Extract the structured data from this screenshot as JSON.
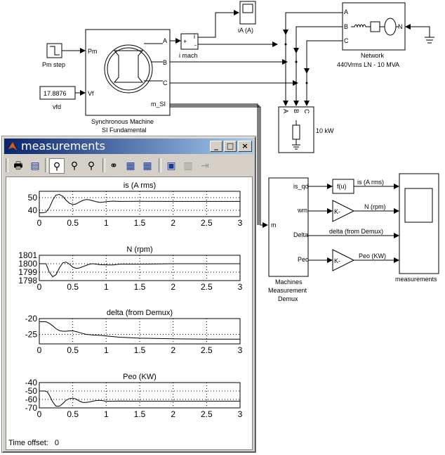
{
  "diagram": {
    "pm_step_label": "Pm step",
    "vfd_value": "17.8876",
    "vfd_label": "vfd",
    "machine": {
      "ports_in": [
        "Pm",
        "Vf"
      ],
      "ports_out": [
        "A",
        "B",
        "C",
        "m_SI"
      ],
      "label_line1": "Synchronous Machine",
      "label_line2": "SI Fundamental"
    },
    "imach": {
      "plus": "+",
      "minus": "-",
      "i": "i",
      "label": "i mach"
    },
    "ia_scope_label": "iA (A)",
    "network": {
      "ports": [
        "A",
        "B",
        "C"
      ],
      "neutral": "N",
      "label_line1": "Network",
      "label_line2": "440Vrms LN -  10 MVA"
    },
    "load": {
      "ports": [
        "A",
        "B",
        "C"
      ],
      "label": "10 kW"
    },
    "demux": {
      "input": "m",
      "outputs": [
        "is_qd",
        "wm",
        "Delta",
        "Peo"
      ],
      "label_line1": "Machines",
      "label_line2": "Measurement",
      "label_line3": "Demux"
    },
    "fcn_label": "f(u)",
    "gain_label": "K-",
    "signals": [
      "is (A rms)",
      "N (rpm)",
      "delta (from Demux)",
      "Peo (KW)"
    ],
    "scope_label": "measurements"
  },
  "window": {
    "title": "measurements",
    "buttons": {
      "minimize": "_",
      "maximize": "□",
      "close": "×"
    },
    "toolbar": [
      "print-icon",
      "parameters-icon",
      "zoom-icon",
      "zoom-x-icon",
      "zoom-y-icon",
      "autoscale-icon",
      "save-axes-icon",
      "restore-axes-icon",
      "floating-scope-icon",
      "lock-icon",
      "signal-selection-icon"
    ],
    "time_offset_label": "Time offset:",
    "time_offset_value": "0"
  },
  "chart_data": [
    {
      "type": "line",
      "title": "is (A rms)",
      "xlim": [
        0,
        3
      ],
      "ylim": [
        35,
        55
      ],
      "xticks": [
        "0",
        "0.5",
        "1",
        "1.5",
        "2",
        "2.5",
        "3"
      ],
      "yticks": [
        40,
        50
      ],
      "grid": true,
      "x": [
        0,
        0.05,
        0.1,
        0.15,
        0.2,
        0.25,
        0.3,
        0.35,
        0.4,
        0.45,
        0.5,
        0.55,
        0.6,
        0.65,
        0.7,
        0.75,
        0.8,
        0.85,
        0.9,
        0.95,
        1.0,
        1.1,
        1.2,
        1.5,
        2.0,
        2.5,
        3.0
      ],
      "y": [
        38,
        38,
        38.5,
        42,
        48,
        52,
        52.5,
        51,
        48,
        45.5,
        44.5,
        45,
        46.5,
        47.8,
        48.5,
        48.3,
        47.5,
        46.8,
        46.3,
        46.4,
        46.8,
        47.2,
        47,
        47.1,
        47,
        47,
        47
      ]
    },
    {
      "type": "line",
      "title": "N (rpm)",
      "xlim": [
        0,
        3
      ],
      "ylim": [
        1798,
        1801
      ],
      "xticks": [
        "0",
        "0.5",
        "1",
        "1.5",
        "2",
        "2.5",
        "3"
      ],
      "yticks": [
        1798,
        1799,
        1800,
        1801
      ],
      "grid": true,
      "x": [
        0,
        0.05,
        0.1,
        0.15,
        0.2,
        0.25,
        0.3,
        0.35,
        0.4,
        0.45,
        0.5,
        0.55,
        0.6,
        0.65,
        0.7,
        0.75,
        0.8,
        0.9,
        1.0,
        1.1,
        1.2,
        1.5,
        2.0,
        2.5,
        3.0
      ],
      "y": [
        1800,
        1800,
        1800,
        1799,
        1798.45,
        1798.7,
        1799.5,
        1800.1,
        1800.2,
        1799.95,
        1799.6,
        1799.45,
        1799.5,
        1799.65,
        1799.8,
        1799.95,
        1800,
        1799.9,
        1799.85,
        1799.85,
        1799.95,
        1799.95,
        1800,
        1800,
        1800
      ]
    },
    {
      "type": "line",
      "title": "delta (from Demux)",
      "xlim": [
        0,
        3
      ],
      "ylim": [
        -28,
        -20
      ],
      "xticks": [
        "0",
        "0.5",
        "1",
        "1.5",
        "2",
        "2.5",
        "3"
      ],
      "yticks": [
        -25,
        -20
      ],
      "grid": true,
      "x": [
        0,
        0.1,
        0.15,
        0.2,
        0.25,
        0.3,
        0.35,
        0.4,
        0.45,
        0.5,
        0.55,
        0.6,
        0.7,
        0.8,
        0.9,
        1.0,
        1.2,
        1.5,
        2.0,
        2.5,
        3.0
      ],
      "y": [
        -21,
        -21,
        -21.5,
        -22.3,
        -23.2,
        -23.8,
        -24,
        -24,
        -23.9,
        -23.9,
        -24.1,
        -24.4,
        -25,
        -25.2,
        -25.3,
        -25.5,
        -25.9,
        -26.2,
        -26.4,
        -26.5,
        -26.5
      ]
    },
    {
      "type": "line",
      "title": "Peo (KW)",
      "xlim": [
        0,
        3
      ],
      "ylim": [
        -70,
        -40
      ],
      "xticks": [
        "0",
        "0.5",
        "1",
        "1.5",
        "2",
        "2.5",
        "3"
      ],
      "yticks": [
        -70,
        -60,
        -50,
        -40
      ],
      "grid": true,
      "x": [
        0,
        0.08,
        0.12,
        0.15,
        0.2,
        0.25,
        0.3,
        0.35,
        0.4,
        0.45,
        0.5,
        0.55,
        0.6,
        0.65,
        0.7,
        0.75,
        0.8,
        0.85,
        0.9,
        0.95,
        1.0,
        1.2,
        1.5,
        2.0,
        2.5,
        3.0
      ],
      "y": [
        -50,
        -50,
        -51,
        -55,
        -63,
        -68,
        -68,
        -65,
        -61,
        -59,
        -58.5,
        -59.5,
        -62,
        -63.5,
        -63.5,
        -63,
        -62,
        -61.3,
        -61,
        -61.5,
        -62.2,
        -61.8,
        -62,
        -62,
        -62,
        -62
      ]
    }
  ]
}
